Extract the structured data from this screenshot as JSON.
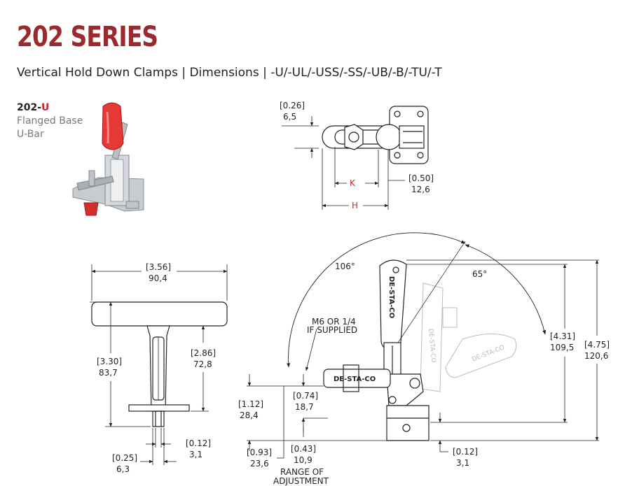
{
  "header": {
    "title": "202 SERIES",
    "subtitle": "Vertical Hold Down Clamps | Dimensions | -U/-UL/-USS/-SS/-UB/-B/-TU/-T"
  },
  "model": {
    "code": "202-",
    "suffix": "U",
    "line1": "Flanged Base",
    "line2": "U-Bar"
  },
  "top_view": {
    "dim_top_in": "[0.26]",
    "dim_top_mm": "6,5",
    "label_k": "K",
    "label_h": "H",
    "dim_right_in": "[0.50]",
    "dim_right_mm": "12,6"
  },
  "front_view": {
    "width_in": "[3.56]",
    "width_mm": "90,4",
    "height_in": "[3.30]",
    "height_mm": "83,7",
    "inner_in": "[2.86]",
    "inner_mm": "72,8",
    "bottom_right_in": "[0.12]",
    "bottom_right_mm": "3,1",
    "bottom_left_in": "[0.25]",
    "bottom_left_mm": "6,3"
  },
  "side_view": {
    "angle_open": "106°",
    "angle_mid": "65°",
    "bolt_note_1": "M6 OR 1/4",
    "bolt_note_2": "IF SUPPLIED",
    "handle_text": "DE-STA-CO",
    "h1_in": "[4.31]",
    "h1_mm": "109,5",
    "h2_in": "[4.75]",
    "h2_mm": "120,6",
    "d1_in": "[1.12]",
    "d1_mm": "28,4",
    "d2_in": "[0.74]",
    "d2_mm": "18,7",
    "d3_in": "[0.93]",
    "d3_mm": "23,6",
    "d4_in": "[0.43]",
    "d4_mm": "10,9",
    "range_1": "RANGE OF",
    "range_2": "ADJUSTMENT",
    "base_in": "[0.12]",
    "base_mm": "3,1"
  },
  "colors": {
    "brand": "#9b2a2f",
    "accent": "#c62828"
  }
}
